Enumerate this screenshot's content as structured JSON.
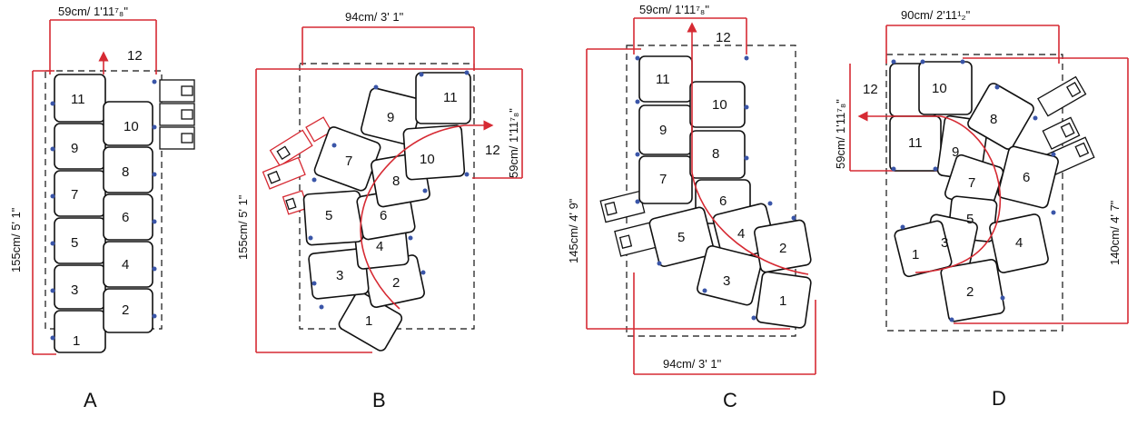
{
  "colors": {
    "dimension": "#d62a33",
    "connector": "#3a55a8",
    "outline": "#111111"
  },
  "layouts": [
    {
      "id": "A",
      "label": "A",
      "width_label": "59cm/   1'11⁷₈\"",
      "height_label": "155cm/   5' 1\"",
      "top_label": "12",
      "steps": [
        "1",
        "2",
        "3",
        "4",
        "5",
        "6",
        "7",
        "8",
        "9",
        "10",
        "11"
      ]
    },
    {
      "id": "B",
      "label": "B",
      "width_label": "94cm/   3' 1\"",
      "height_label": "155cm/   5' 1\"",
      "side_label": "59cm/   1'11⁷₈\"",
      "top_label": "12",
      "steps": [
        "1",
        "2",
        "3",
        "4",
        "5",
        "6",
        "7",
        "8",
        "9",
        "10",
        "11"
      ]
    },
    {
      "id": "C",
      "label": "C",
      "width_label": "59cm/   1'11⁷₈\"",
      "height_label": "145cm/   4' 9\"",
      "bottom_label": "94cm/   3' 1\"",
      "top_label": "12",
      "steps": [
        "1",
        "2",
        "3",
        "4",
        "5",
        "6",
        "7",
        "8",
        "9",
        "10",
        "11"
      ]
    },
    {
      "id": "D",
      "label": "D",
      "width_label": "90cm/   2'11¹₂\"",
      "height_label": "140cm/   4' 7\"",
      "side_label": "59cm/   1'11⁷₈\"",
      "top_label": "12",
      "steps": [
        "1",
        "2",
        "3",
        "4",
        "5",
        "6",
        "7",
        "8",
        "9",
        "10",
        "11"
      ]
    }
  ]
}
